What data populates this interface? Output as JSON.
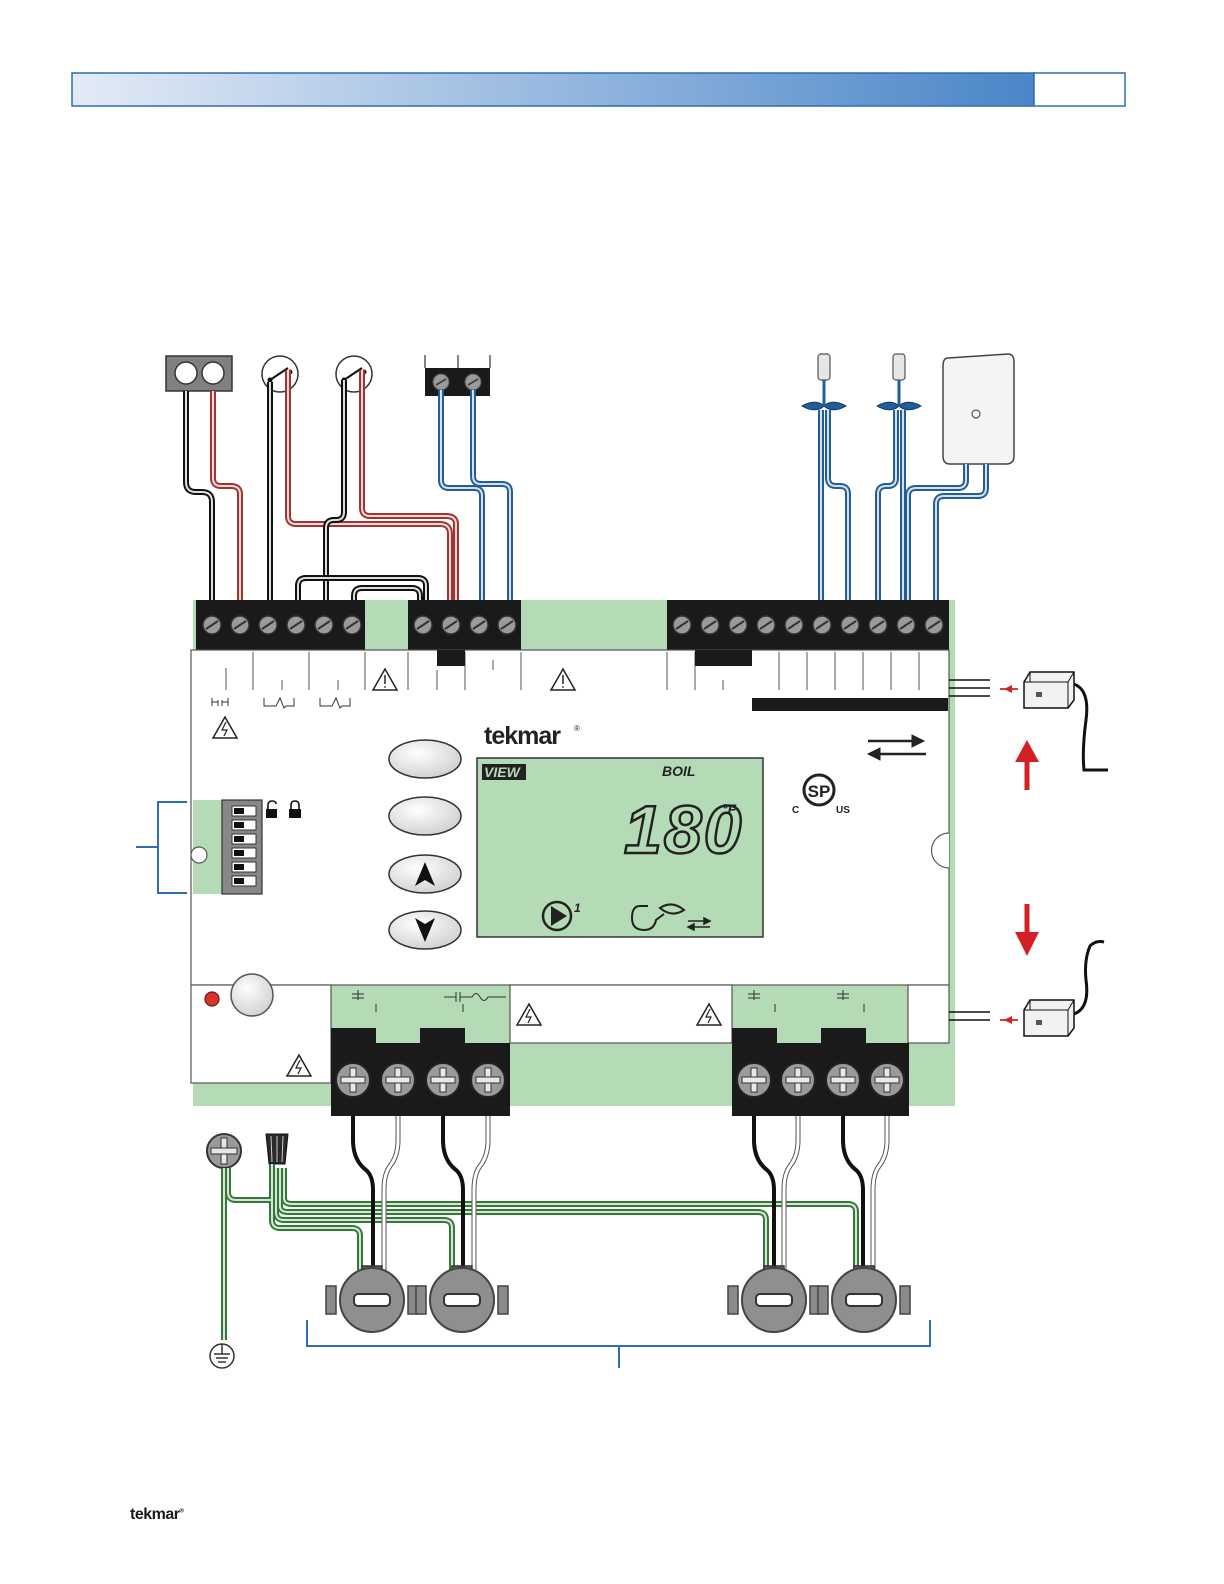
{
  "brand": {
    "name": "tekmar",
    "reg_mark": "®"
  },
  "lcd": {
    "mode_label": "VIEW",
    "item_label": "BOIL",
    "value": "180",
    "unit": "°F",
    "pump_index": "1"
  },
  "certification": {
    "c": "C",
    "us": "US",
    "mark": "SP"
  },
  "footer": {
    "brand": "tekmar",
    "reg_mark": "®"
  },
  "colors": {
    "header_bar_start": "#dde7f5",
    "header_bar_end": "#4a86c8",
    "board_green": "#b4dbb5",
    "wire_red": "#a5322f",
    "wire_blue": "#1f5f99",
    "wire_green": "#2e7d32",
    "arrow_red": "#d32027",
    "led_red": "#d9342b"
  },
  "icons": [
    "warning-triangle-icon",
    "high-voltage-icon",
    "lock-icon",
    "unlock-icon",
    "up-arrow-icon",
    "down-arrow-icon",
    "pump-icon",
    "burner-icon",
    "communication-arrows-icon",
    "ground-icon",
    "csa-mark-icon"
  ]
}
